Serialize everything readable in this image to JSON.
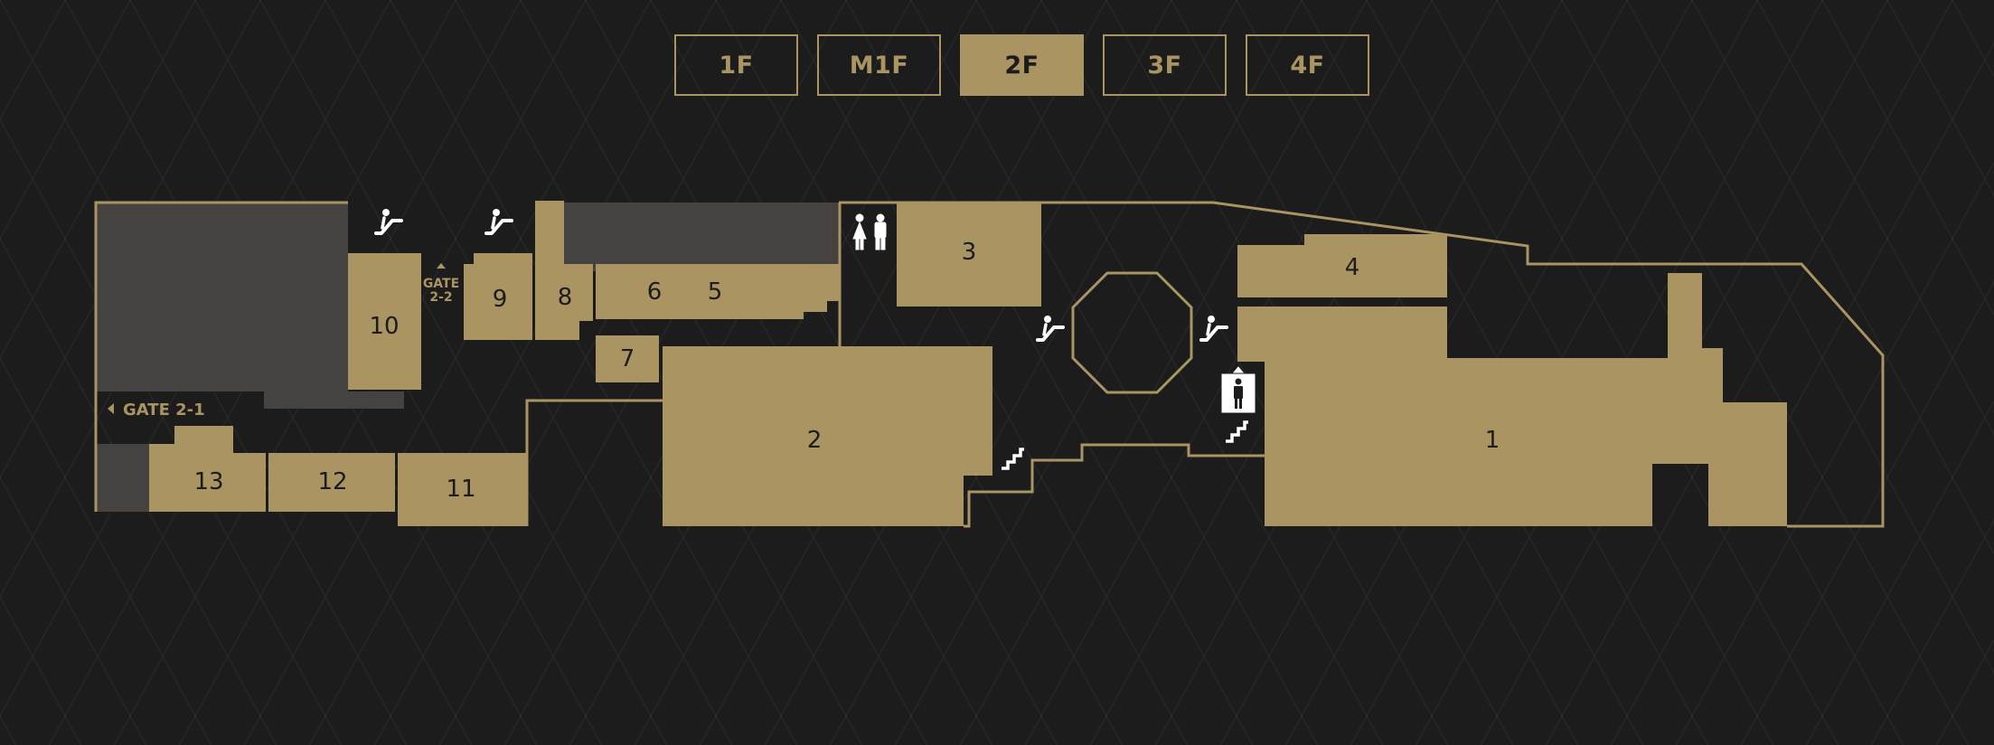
{
  "floor_tabs": [
    {
      "label": "1F",
      "active": false
    },
    {
      "label": "M1F",
      "active": false
    },
    {
      "label": "2F",
      "active": true
    },
    {
      "label": "3F",
      "active": false
    },
    {
      "label": "4F",
      "active": false
    }
  ],
  "units": {
    "u1": "1",
    "u2": "2",
    "u3": "3",
    "u4": "4",
    "u5": "5",
    "u6": "6",
    "u7": "7",
    "u8": "8",
    "u9": "9",
    "u10": "10",
    "u11": "11",
    "u12": "12",
    "u13": "13"
  },
  "gates": {
    "gate_2_1": "GATE 2-1",
    "gate_2_2_line1": "GATE",
    "gate_2_2_line2": "2-2"
  },
  "icons": [
    "escalator-icon",
    "restroom-icon",
    "elevator-icon",
    "stairs-icon",
    "gate-arrow-icon"
  ],
  "colors": {
    "background": "#1c1c1c",
    "accent": "#a99462",
    "inactive_area": "#454240",
    "icon": "#ffffff"
  }
}
